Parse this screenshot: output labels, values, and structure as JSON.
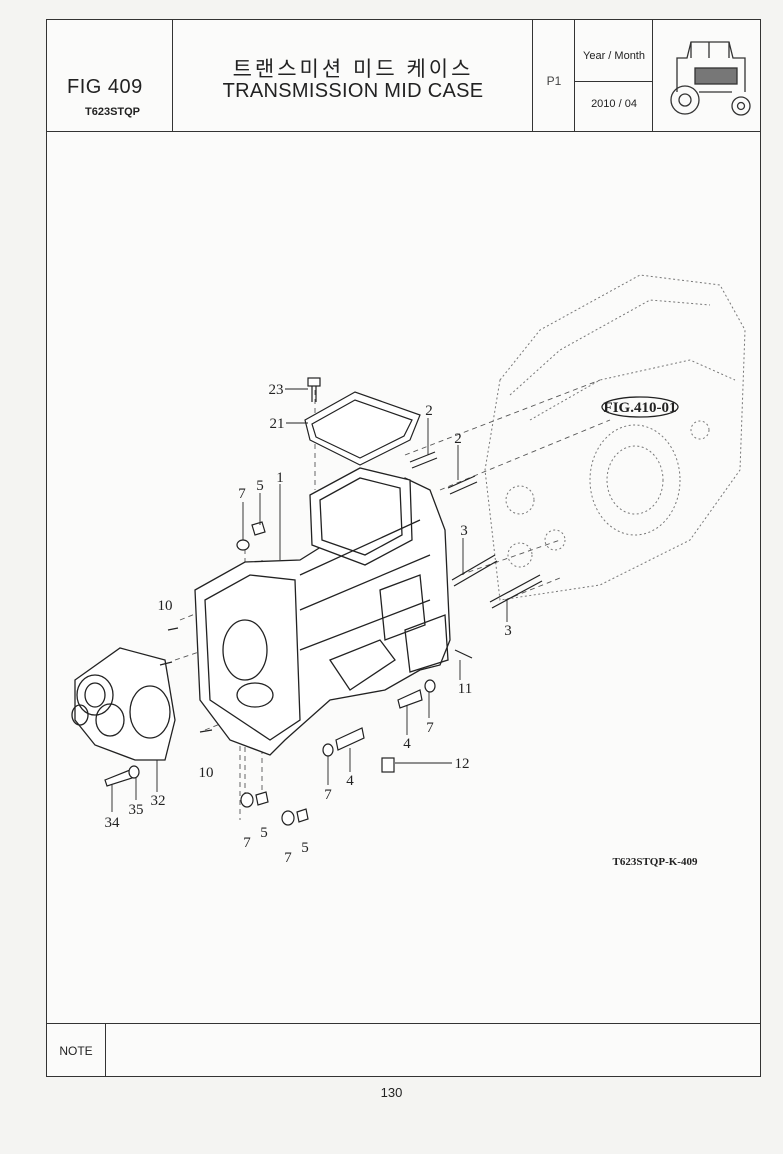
{
  "header": {
    "fig_number": "FIG 409",
    "model": "T623STQP",
    "title_korean": "트랜스미션 미드 케이스",
    "title_english": "TRANSMISSION MID CASE",
    "page_code": "P1",
    "year_month_label": "Year / Month",
    "year_month_value": "2010 / 04"
  },
  "diagram": {
    "reference_figure": "FIG.410-01",
    "drawing_code": "T623STQP-K-409",
    "callouts": [
      "23",
      "21",
      "2",
      "2",
      "7",
      "5",
      "1",
      "3",
      "3",
      "10",
      "10",
      "11",
      "4",
      "7",
      "4",
      "7",
      "12",
      "32",
      "35",
      "34",
      "7",
      "5",
      "7",
      "5"
    ]
  },
  "note": {
    "label": "NOTE",
    "text": ""
  },
  "footer": {
    "page_number": "130"
  }
}
